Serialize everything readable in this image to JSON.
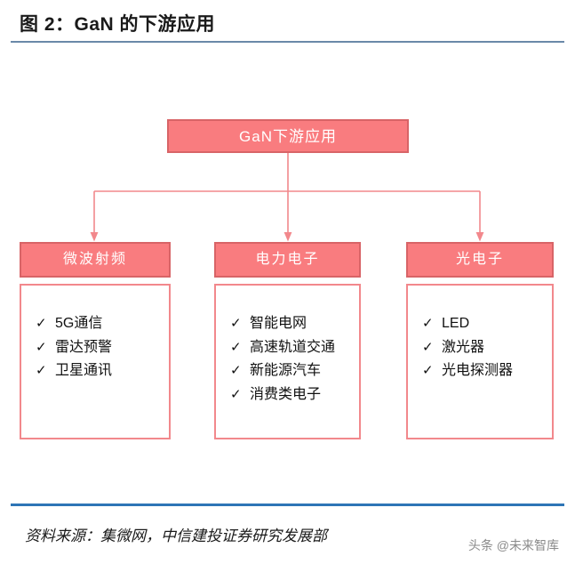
{
  "figure": {
    "title": "图 2：GaN 的下游应用",
    "source": "资料来源：集微网，中信建投证券研究发展部",
    "watermark": "头条 @未来智库",
    "colors": {
      "node_fill": "#F97C7F",
      "node_border": "#D86467",
      "box_border": "#F2888C",
      "connector": "#F2888C",
      "title_rule": "#6A89A8",
      "footer_rule": "#2E75B6",
      "node_text": "#FFFFFF",
      "body_text": "#111111",
      "watermark_text": "#8A8A8A"
    }
  },
  "diagram": {
    "root": {
      "label": "GaN下游应用"
    },
    "check_icon": "✓",
    "branches": [
      {
        "label": "微波射频",
        "items": [
          {
            "text": "5G通信"
          },
          {
            "text": "雷达预警"
          },
          {
            "text": "卫星通讯"
          }
        ]
      },
      {
        "label": "电力电子",
        "items": [
          {
            "text": "智能电网"
          },
          {
            "text": "高速轨道交通"
          },
          {
            "text": "新能源汽车"
          },
          {
            "text": "消费类电子"
          }
        ]
      },
      {
        "label": "光电子",
        "items": [
          {
            "text": "LED"
          },
          {
            "text": "激光器"
          },
          {
            "text": "光电探测器"
          }
        ]
      }
    ]
  }
}
